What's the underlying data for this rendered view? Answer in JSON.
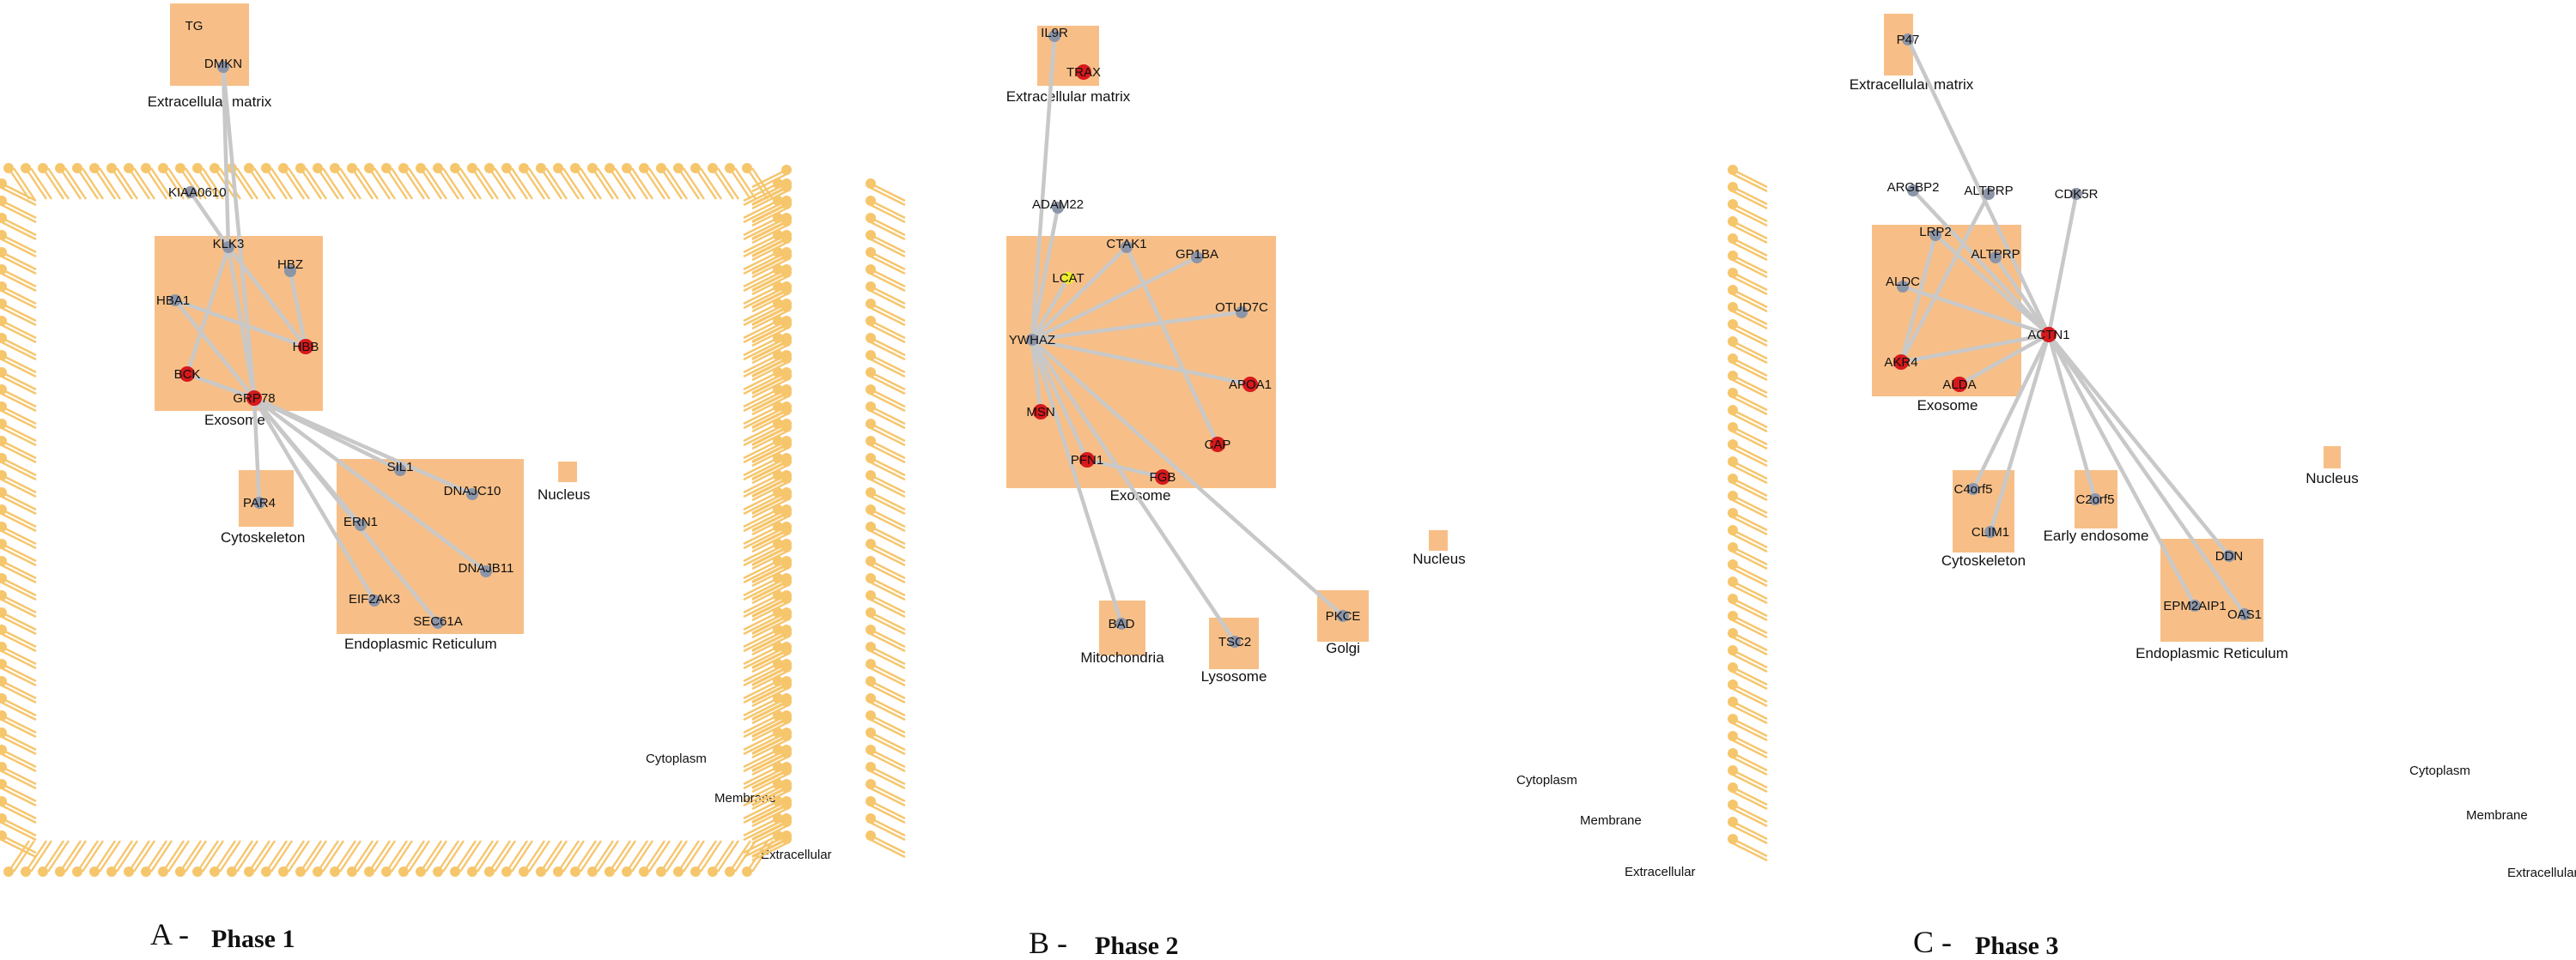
{
  "colors": {
    "membrane": "#f6c66d",
    "compartment": "#f7bf87",
    "edge": "#c8c8c8",
    "node_grey": "#8c95a8",
    "node_red": "#d7191c",
    "node_yellow": "#ecec2e"
  },
  "panels": [
    {
      "id": "A",
      "caption_letter": "A -",
      "caption_phase": "Phase 1",
      "regions": {
        "cytoplasm": "Cytoplasm",
        "membrane": "Membrane",
        "extracellular": "Extracellular"
      },
      "compartments": [
        {
          "key": "ecm",
          "label": "Extracellular matrix"
        },
        {
          "key": "exo",
          "label": "Exosome"
        },
        {
          "key": "cyto",
          "label": "Cytoskeleton"
        },
        {
          "key": "er",
          "label": "Endoplasmic Reticulum"
        },
        {
          "key": "nuc",
          "label": "Nucleus"
        }
      ],
      "nodes": [
        {
          "id": "TG",
          "label": "TG",
          "kind": "none"
        },
        {
          "id": "DMKN",
          "label": "DMKN",
          "kind": "grey"
        },
        {
          "id": "KIAA0610",
          "label": "KIAA0610",
          "kind": "grey"
        },
        {
          "id": "KLK3",
          "label": "KLK3",
          "kind": "grey"
        },
        {
          "id": "HBZ",
          "label": "HBZ",
          "kind": "grey"
        },
        {
          "id": "HBA1",
          "label": "HBA1",
          "kind": "grey"
        },
        {
          "id": "HBB",
          "label": "HBB",
          "kind": "red"
        },
        {
          "id": "BCK",
          "label": "BCK",
          "kind": "red"
        },
        {
          "id": "GRP78",
          "label": "GRP78",
          "kind": "red"
        },
        {
          "id": "PAR4",
          "label": "PAR4",
          "kind": "grey"
        },
        {
          "id": "SIL1",
          "label": "SIL1",
          "kind": "grey"
        },
        {
          "id": "DNAJC10",
          "label": "DNAJC10",
          "kind": "grey"
        },
        {
          "id": "ERN1",
          "label": "ERN1",
          "kind": "grey"
        },
        {
          "id": "DNAJB11",
          "label": "DNAJB11",
          "kind": "grey"
        },
        {
          "id": "EIF2AK3",
          "label": "EIF2AK3",
          "kind": "grey"
        },
        {
          "id": "SEC61A",
          "label": "SEC61A",
          "kind": "grey"
        }
      ],
      "edges": [
        [
          "DMKN",
          "KLK3"
        ],
        [
          "DMKN",
          "GRP78"
        ],
        [
          "KIAA0610",
          "KLK3"
        ],
        [
          "KLK3",
          "BCK"
        ],
        [
          "KLK3",
          "GRP78"
        ],
        [
          "KLK3",
          "HBB"
        ],
        [
          "HBZ",
          "HBB"
        ],
        [
          "HBA1",
          "HBB"
        ],
        [
          "HBA1",
          "GRP78"
        ],
        [
          "GRP78",
          "BCK"
        ],
        [
          "GRP78",
          "PAR4"
        ],
        [
          "GRP78",
          "SIL1"
        ],
        [
          "GRP78",
          "DNAJC10"
        ],
        [
          "GRP78",
          "ERN1"
        ],
        [
          "GRP78",
          "DNAJB11"
        ],
        [
          "GRP78",
          "EIF2AK3"
        ],
        [
          "GRP78",
          "SEC61A"
        ]
      ]
    },
    {
      "id": "B",
      "caption_letter": "B -",
      "caption_phase": "Phase 2",
      "regions": {
        "cytoplasm": "Cytoplasm",
        "membrane": "Membrane",
        "extracellular": "Extracellular"
      },
      "compartments": [
        {
          "key": "ecm",
          "label": "Extracellular matrix"
        },
        {
          "key": "exo",
          "label": "Exosome"
        },
        {
          "key": "mito",
          "label": "Mitochondria"
        },
        {
          "key": "lys",
          "label": "Lysosome"
        },
        {
          "key": "golgi",
          "label": "Golgi"
        },
        {
          "key": "nuc",
          "label": "Nucleus"
        }
      ],
      "nodes": [
        {
          "id": "IL9R",
          "label": "IL9R",
          "kind": "grey"
        },
        {
          "id": "TRAX",
          "label": "TRAX",
          "kind": "red"
        },
        {
          "id": "ADAM22",
          "label": "ADAM22",
          "kind": "grey"
        },
        {
          "id": "CTAK1",
          "label": "CTAK1",
          "kind": "grey"
        },
        {
          "id": "GP1BA",
          "label": "GP1BA",
          "kind": "grey"
        },
        {
          "id": "LCAT",
          "label": "LCAT",
          "kind": "yellow"
        },
        {
          "id": "OTUD7C",
          "label": "OTUD7C",
          "kind": "grey"
        },
        {
          "id": "YWHAZ",
          "label": "YWHAZ",
          "kind": "grey"
        },
        {
          "id": "APOA1",
          "label": "APOA1",
          "kind": "red"
        },
        {
          "id": "MSN",
          "label": "MSN",
          "kind": "red"
        },
        {
          "id": "CAP",
          "label": "CAP",
          "kind": "red"
        },
        {
          "id": "PFN1",
          "label": "PFN1",
          "kind": "red"
        },
        {
          "id": "FGB",
          "label": "FGB",
          "kind": "red"
        },
        {
          "id": "BAD",
          "label": "BAD",
          "kind": "grey"
        },
        {
          "id": "TSC2",
          "label": "TSC2",
          "kind": "grey"
        },
        {
          "id": "PKCE",
          "label": "PKCE",
          "kind": "grey"
        }
      ],
      "edges": [
        [
          "IL9R",
          "YWHAZ"
        ],
        [
          "ADAM22",
          "YWHAZ"
        ],
        [
          "CTAK1",
          "YWHAZ"
        ],
        [
          "GP1BA",
          "YWHAZ"
        ],
        [
          "LCAT",
          "YWHAZ"
        ],
        [
          "OTUD7C",
          "YWHAZ"
        ],
        [
          "YWHAZ",
          "APOA1"
        ],
        [
          "YWHAZ",
          "MSN"
        ],
        [
          "YWHAZ",
          "PFN1"
        ],
        [
          "CTAK1",
          "CAP"
        ],
        [
          "YWHAZ",
          "BAD"
        ],
        [
          "YWHAZ",
          "TSC2"
        ],
        [
          "YWHAZ",
          "PKCE"
        ],
        [
          "PFN1",
          "FGB"
        ]
      ]
    },
    {
      "id": "C",
      "caption_letter": "C -",
      "caption_phase": "Phase 3",
      "regions": {
        "cytoplasm": "Cytoplasm",
        "membrane": "Membrane",
        "extracellular": "Extracellular"
      },
      "compartments": [
        {
          "key": "ecm",
          "label": "Extracellular matrix"
        },
        {
          "key": "exo",
          "label": "Exosome"
        },
        {
          "key": "cyto",
          "label": "Cytoskeleton"
        },
        {
          "key": "endo",
          "label": "Early endosome"
        },
        {
          "key": "er",
          "label": "Endoplasmic Reticulum"
        },
        {
          "key": "nuc",
          "label": "Nucleus"
        }
      ],
      "nodes": [
        {
          "id": "P47",
          "label": "P47",
          "kind": "grey"
        },
        {
          "id": "ARGBP2",
          "label": "ARGBP2",
          "kind": "grey"
        },
        {
          "id": "ALTPRP_a",
          "label": "ALTPRP",
          "kind": "grey"
        },
        {
          "id": "CDK5R",
          "label": "CDK5R",
          "kind": "grey"
        },
        {
          "id": "LRP2",
          "label": "LRP2",
          "kind": "grey"
        },
        {
          "id": "ALTPRP_b",
          "label": "ALTPRP",
          "kind": "grey"
        },
        {
          "id": "ALDC",
          "label": "ALDC",
          "kind": "grey"
        },
        {
          "id": "ACTN1",
          "label": "ACTN1",
          "kind": "red"
        },
        {
          "id": "AKR4",
          "label": "AKR4",
          "kind": "red"
        },
        {
          "id": "ALDA",
          "label": "ALDA",
          "kind": "red"
        },
        {
          "id": "C4orf5",
          "label": "C4orf5",
          "kind": "grey"
        },
        {
          "id": "CLIM1",
          "label": "CLIM1",
          "kind": "grey"
        },
        {
          "id": "C2orf5",
          "label": "C2orf5",
          "kind": "grey"
        },
        {
          "id": "DDN",
          "label": "DDN",
          "kind": "grey"
        },
        {
          "id": "EPM2AIP1",
          "label": "EPM2AIP1",
          "kind": "grey"
        },
        {
          "id": "OAS1",
          "label": "OAS1",
          "kind": "grey"
        }
      ],
      "edges": [
        [
          "P47",
          "ACTN1"
        ],
        [
          "ARGBP2",
          "ACTN1"
        ],
        [
          "ALTPRP_a",
          "AKR4"
        ],
        [
          "CDK5R",
          "ACTN1"
        ],
        [
          "LRP2",
          "ACTN1"
        ],
        [
          "LRP2",
          "AKR4"
        ],
        [
          "ALTPRP_b",
          "ACTN1"
        ],
        [
          "ALDC",
          "ACTN1"
        ],
        [
          "AKR4",
          "ACTN1"
        ],
        [
          "ALDA",
          "ACTN1"
        ],
        [
          "ACTN1",
          "C4orf5"
        ],
        [
          "ACTN1",
          "CLIM1"
        ],
        [
          "ACTN1",
          "C2orf5"
        ],
        [
          "ACTN1",
          "DDN"
        ],
        [
          "ACTN1",
          "EPM2AIP1"
        ],
        [
          "ACTN1",
          "OAS1"
        ]
      ]
    }
  ]
}
